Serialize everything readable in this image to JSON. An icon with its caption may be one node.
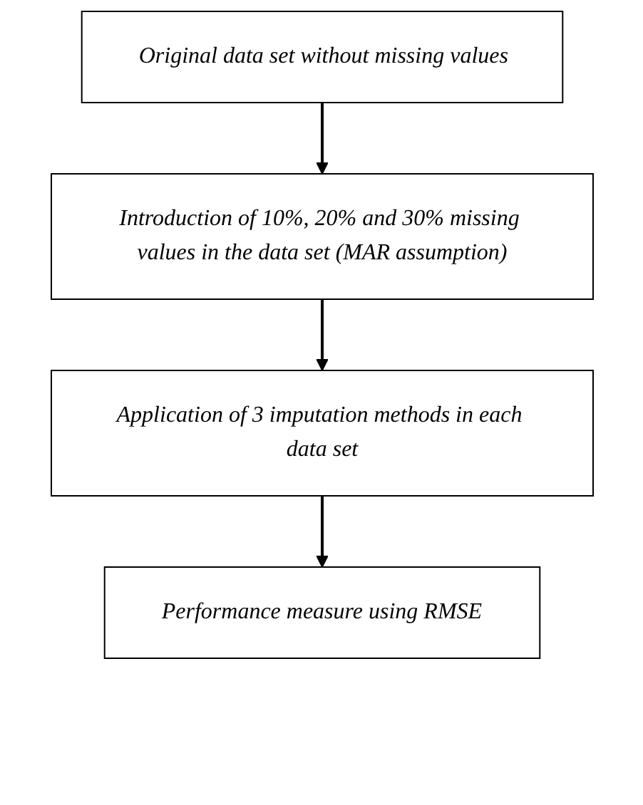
{
  "diagram": {
    "nodes": [
      {
        "text": [
          "Original data set without missing values"
        ]
      },
      {
        "text": [
          "Introduction of 10%, 20% and 30% missing values in the data set (MAR assumption)"
        ]
      },
      {
        "text": [
          "Application of 3 imputation methods in each data set"
        ]
      },
      {
        "text": [
          "Performance measure using RMSE"
        ]
      }
    ],
    "edges": [
      {
        "from": 0,
        "to": 1,
        "arrow": "to"
      },
      {
        "from": 1,
        "to": 2,
        "arrow": "to"
      },
      {
        "from": 2,
        "to": 3,
        "arrow": "to"
      }
    ]
  }
}
